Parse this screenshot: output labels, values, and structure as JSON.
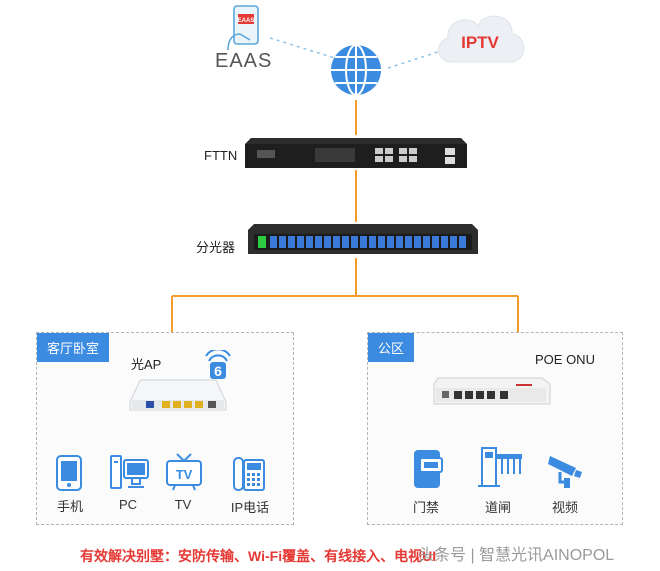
{
  "top": {
    "eaas_label": "EAAS",
    "iptv_label": "IPTV",
    "phone_badge": "EAAS"
  },
  "equipment": {
    "fttn_label": "FTTN",
    "splitter_label": "分光器"
  },
  "panels": {
    "living": {
      "tag": "客厅卧室",
      "ap_label": "光AP",
      "wifi_badge": "6",
      "devices": [
        {
          "label": "手机",
          "icon": "phone-icon"
        },
        {
          "label": "PC",
          "icon": "pc-icon"
        },
        {
          "label": "TV",
          "icon": "tv-icon"
        },
        {
          "label": "IP电话",
          "icon": "ip-phone-icon"
        }
      ]
    },
    "public": {
      "tag": "公区",
      "onu_label": "POE ONU",
      "devices": [
        {
          "label": "门禁",
          "icon": "access-control-icon"
        },
        {
          "label": "道闸",
          "icon": "barrier-gate-icon"
        },
        {
          "label": "视频",
          "icon": "camera-icon"
        }
      ]
    }
  },
  "tv_glyph": "TV",
  "footer": {
    "caption": "有效解决别墅：安防传输、Wi-Fi覆盖、有线接入、电视UI",
    "watermark": "头条号 | 智慧光讯AINOPOL"
  },
  "colors": {
    "fiber": "#f39c2b",
    "copper": "#2f3fb8",
    "accent": "#3b8be0",
    "caption": "#e53935"
  }
}
